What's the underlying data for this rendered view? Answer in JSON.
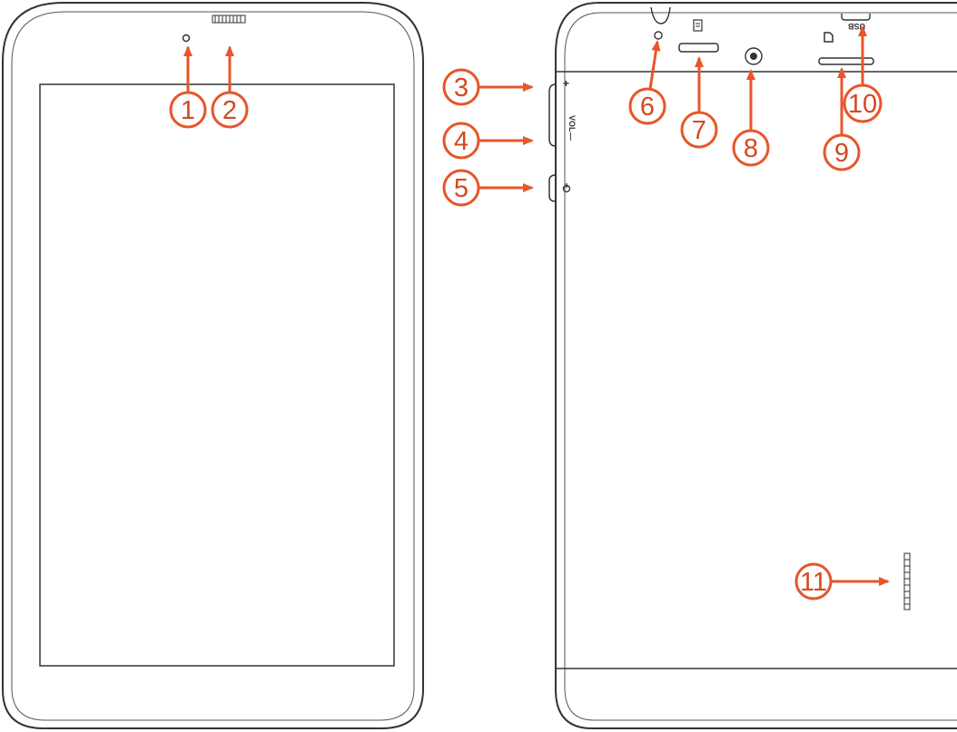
{
  "colors": {
    "callout": "#e8552a",
    "outline": "#333333"
  },
  "side_labels": {
    "plus": "+",
    "vol": "VOL",
    "minus": "—",
    "usb": "USB"
  },
  "callouts": [
    {
      "id": "1",
      "label": "1"
    },
    {
      "id": "2",
      "label": "2"
    },
    {
      "id": "3",
      "label": "3"
    },
    {
      "id": "4",
      "label": "4"
    },
    {
      "id": "5",
      "label": "5"
    },
    {
      "id": "6",
      "label": "6"
    },
    {
      "id": "7",
      "label": "7"
    },
    {
      "id": "8",
      "label": "8"
    },
    {
      "id": "9",
      "label": "9"
    },
    {
      "id": "10",
      "label": "10"
    },
    {
      "id": "11",
      "label": "11"
    }
  ],
  "icons": [
    "front-camera-icon",
    "earpiece-icon",
    "headphone-jack-icon",
    "tf-card-icon",
    "rear-camera-icon",
    "sim-card-icon",
    "power-icon",
    "speaker-icon"
  ]
}
